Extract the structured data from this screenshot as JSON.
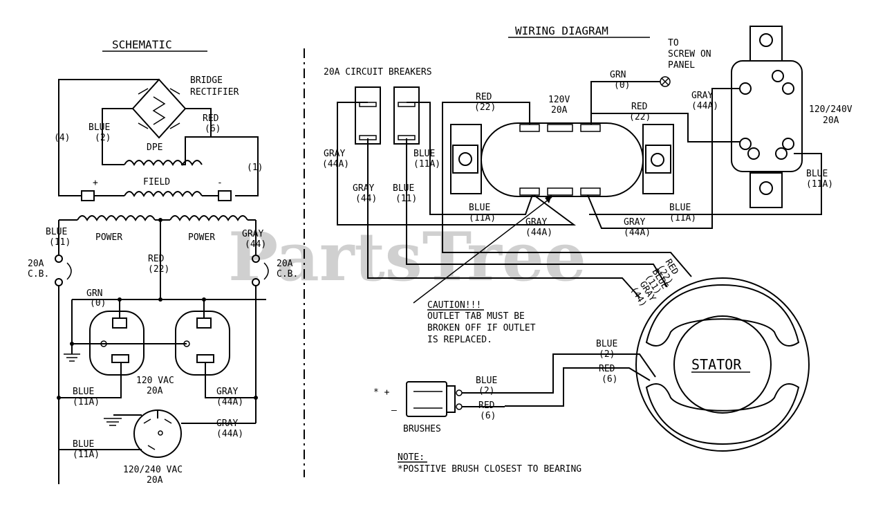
{
  "watermark": "PartsTree",
  "schematic": {
    "title": "SCHEMATIC",
    "bridge_rectifier": [
      "BRIDGE",
      "RECTIFIER"
    ],
    "wire_4": "(4)",
    "blue_2": [
      "BLUE",
      "(2)"
    ],
    "red_6": [
      "RED",
      "(6)"
    ],
    "dpe": "DPE",
    "wire_1": "(1)",
    "field": "FIELD",
    "plus": "+",
    "minus": "-",
    "power_left": "POWER",
    "power_right": "POWER",
    "blue_11": [
      "BLUE",
      "(11)"
    ],
    "gray_44": [
      "GRAY",
      "(44)"
    ],
    "red_22": [
      "RED",
      "(22)"
    ],
    "cb_left": [
      "20A",
      "C.B."
    ],
    "cb_right": [
      "20A",
      "C.B."
    ],
    "grn_0": [
      "GRN",
      "(0)"
    ],
    "outlet_120": [
      "120 VAC",
      "20A"
    ],
    "blue_11a_1": [
      "BLUE",
      "(11A)"
    ],
    "gray_44a_1": [
      "GRAY",
      "(44A)"
    ],
    "gray_44a_2": [
      "GRAY",
      "(44A)"
    ],
    "blue_11a_2": [
      "BLUE",
      "(11A)"
    ],
    "outlet_240": [
      "120/240 VAC",
      "20A"
    ]
  },
  "wiring": {
    "title": "WIRING DIAGRAM",
    "breakers": "20A CIRCUIT BREAKERS",
    "to_screw": [
      "TO",
      "SCREW ON",
      "PANEL"
    ],
    "grn_0": [
      "GRN",
      "(0)"
    ],
    "red_22_a": [
      "RED",
      "(22)"
    ],
    "outlet_120": [
      "120V",
      "20A"
    ],
    "red_22_b": [
      "RED",
      "(22)"
    ],
    "gray_44a_top": [
      "GRAY",
      "(44A)"
    ],
    "outlet_240": [
      "120/240V",
      "20A"
    ],
    "gray_44a_left": [
      "GRAY",
      "(44A)"
    ],
    "blue_11a_left": [
      "BLUE",
      "(11A)"
    ],
    "gray_44": [
      "GRAY",
      "(44)"
    ],
    "blue_11": [
      "BLUE",
      "(11)"
    ],
    "blue_11a_bottom": [
      "BLUE",
      "(11A)"
    ],
    "gray_44a_b1": [
      "GRAY",
      "(44A)"
    ],
    "gray_44a_b2": [
      "GRAY",
      "(44A)"
    ],
    "blue_11a_b2": [
      "BLUE",
      "(11A)"
    ],
    "blue_11a_right": [
      "BLUE",
      "(11A)"
    ],
    "stator_red": [
      "RED",
      "(22)"
    ],
    "stator_blue": [
      "BLUE",
      "(11)"
    ],
    "stator_gray": [
      "GRAY",
      "(44)"
    ],
    "caution": [
      "CAUTION!!!",
      "OUTLET TAB MUST BE",
      "BROKEN OFF IF OUTLET",
      "IS REPLACED."
    ],
    "stator": "STATOR",
    "blue_2_stator": [
      "BLUE",
      "(2)"
    ],
    "red_6_stator": [
      "RED",
      "(6)"
    ],
    "blue_2_brush": [
      "BLUE",
      "(2)"
    ],
    "red_6_brush": [
      "RED",
      "(6)"
    ],
    "brushes": "BRUSHES",
    "star_plus": "* +",
    "minus": "–",
    "note_title": "NOTE:",
    "note_text": "*POSITIVE BRUSH CLOSEST TO BEARING"
  }
}
